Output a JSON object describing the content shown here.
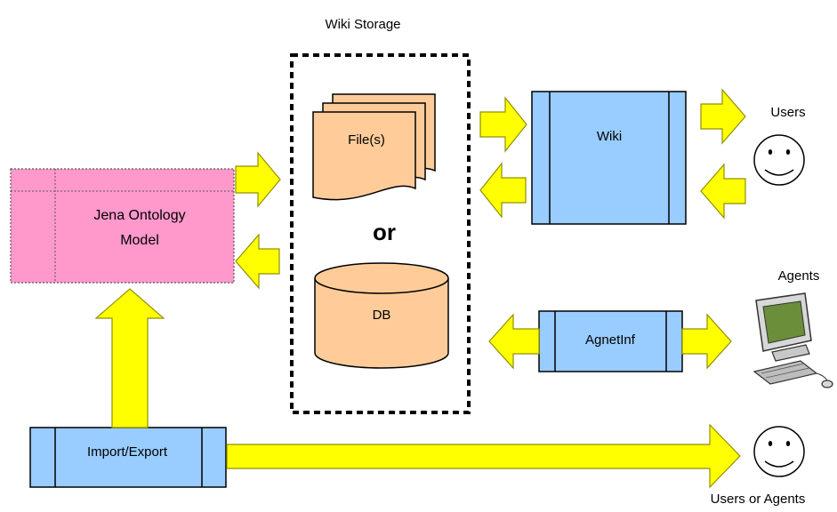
{
  "labels": {
    "wiki_storage": "Wiki Storage",
    "files": "File(s)",
    "or": "or",
    "db": "DB",
    "wiki": "Wiki",
    "jena_line1": "Jena Ontology",
    "jena_line2": "Model",
    "agnetinf": "AgnetInf",
    "import_export": "Import/Export",
    "users": "Users",
    "agents": "Agents",
    "users_or_agents": "Users or Agents"
  },
  "colors": {
    "arrow_fill": "#ffff00",
    "arrow_stroke": "#909000",
    "storage_fill": "#ffcc99",
    "process_fill": "#99ccff",
    "jena_fill": "#ff99cc",
    "face_fill": "#ffffff"
  },
  "icons": {
    "users_face": "smiley-face-icon",
    "agents_computer": "computer-icon",
    "users_or_agents_face": "smiley-face-icon"
  }
}
